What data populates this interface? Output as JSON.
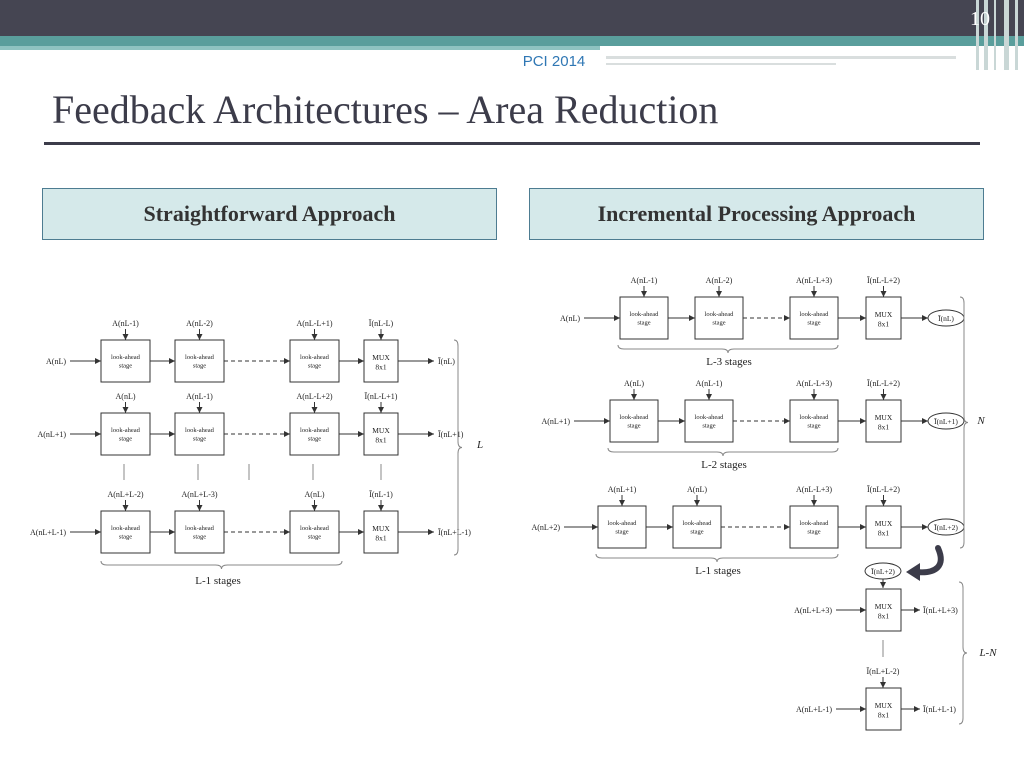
{
  "slide": {
    "number": "10",
    "conference": "PCI 2014",
    "title": "Feedback Architectures – Area Reduction"
  },
  "headers": {
    "left": "Straightforward Approach",
    "right": "Incremental Processing Approach"
  },
  "block": {
    "lookahead": [
      "look-ahead",
      "stage"
    ],
    "mux": [
      "MUX",
      "8x1"
    ]
  },
  "left": {
    "rows": [
      {
        "input": "A(nL)",
        "tops": [
          "A(nL-1)",
          "A(nL-2)",
          "A(nL-L+1)",
          "Ī(nL-L)"
        ],
        "output": "Ī(nL)"
      },
      {
        "input": "A(nL+1)",
        "tops": [
          "A(nL)",
          "A(nL-1)",
          "A(nL-L+2)",
          "Ī(nL-L+1)"
        ],
        "output": "Ī(nL+1)"
      },
      {
        "input": "A(nL+L-1)",
        "tops": [
          "A(nL+L-2)",
          "A(nL+L-3)",
          "A(nL)",
          "Ī(nL-1)"
        ],
        "output": "Ī(nL+L-1)"
      }
    ],
    "stages_label": "L-1 stages",
    "rows_label": "L"
  },
  "right": {
    "rows": [
      {
        "input": "A(nL)",
        "tops": [
          "A(nL-1)",
          "A(nL-2)",
          "A(nL-L+3)",
          "Ī(nL-L+2)"
        ],
        "output": "Ī(nL)",
        "stages": "L-3 stages"
      },
      {
        "input": "A(nL+1)",
        "tops": [
          "A(nL)",
          "A(nL-1)",
          "A(nL-L+3)",
          "Ī(nL-L+2)"
        ],
        "output": "Ī(nL+1)",
        "stages": "L-2 stages"
      },
      {
        "input": "A(nL+2)",
        "tops": [
          "A(nL+1)",
          "A(nL)",
          "A(nL-L+3)",
          "Ī(nL-L+2)"
        ],
        "output": "Ī(nL+2)",
        "stages": "L-1 stages"
      }
    ],
    "n_label": "N",
    "feedback": "Ī(nL+2)",
    "mux_rows": [
      {
        "input": "A(nL+L+3)",
        "output": "Ī(nL+L+3)"
      },
      {
        "input": "A(nL+L-1)",
        "output": "Ī(nL+L-1)"
      }
    ],
    "mux_top_last": "Ī(nL+L-2)",
    "rest_label": "L-N"
  },
  "colors": {
    "topbar": "#454552",
    "teal": "#5a9e9c",
    "header_fill": "#d5e9ea",
    "header_border": "#4d7c91",
    "title": "#3c3c4a",
    "conference": "#2f77b4",
    "arrow": "#3c3c4a"
  }
}
